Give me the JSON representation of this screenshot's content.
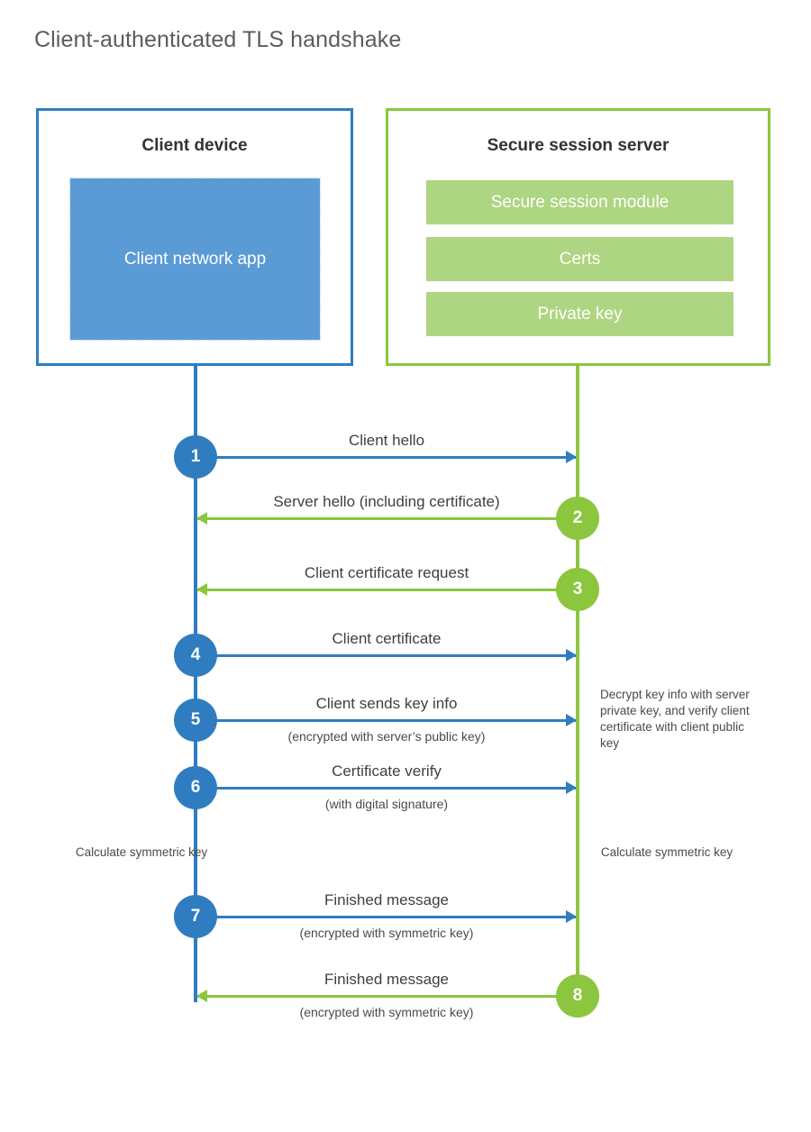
{
  "title": "Client-authenticated TLS handshake",
  "colors": {
    "client_blue": "#2f7dc0",
    "client_app_fill": "#5b9bd5",
    "server_green": "#8cc63e",
    "server_bar_fill": "#aed581",
    "title_gray": "#5b5c5e",
    "text_dark": "#333333"
  },
  "client": {
    "title": "Client device",
    "app_label": "Client network app"
  },
  "server": {
    "title": "Secure session server",
    "modules": [
      {
        "label": "Secure session module"
      },
      {
        "label": "Certs"
      },
      {
        "label": "Private key"
      }
    ]
  },
  "steps": [
    {
      "number": "1",
      "label": "Client hello",
      "sublabel": "",
      "direction": "client-to-server",
      "color": "blue"
    },
    {
      "number": "2",
      "label": "Server hello (including certificate)",
      "sublabel": "",
      "direction": "server-to-client",
      "color": "green"
    },
    {
      "number": "3",
      "label": "Client certificate request",
      "sublabel": "",
      "direction": "server-to-client",
      "color": "green"
    },
    {
      "number": "4",
      "label": "Client certificate",
      "sublabel": "",
      "direction": "client-to-server",
      "color": "blue"
    },
    {
      "number": "5",
      "label": "Client sends key info",
      "sublabel": "(encrypted with server’s public key)",
      "direction": "client-to-server",
      "color": "blue"
    },
    {
      "number": "6",
      "label": "Certificate verify",
      "sublabel": "(with digital signature)",
      "direction": "client-to-server",
      "color": "blue"
    },
    {
      "number": "7",
      "label": "Finished message",
      "sublabel": "(encrypted with symmetric key)",
      "direction": "client-to-server",
      "color": "blue"
    },
    {
      "number": "8",
      "label": "Finished message",
      "sublabel": "(encrypted with symmetric key)",
      "direction": "server-to-client",
      "color": "green"
    }
  ],
  "notes": {
    "server_decrypt": "Decrypt key info with server private key, and verify client certificate with client public key",
    "client_calculate": "Calculate symmetric key",
    "server_calculate": "Calculate symmetric key"
  }
}
